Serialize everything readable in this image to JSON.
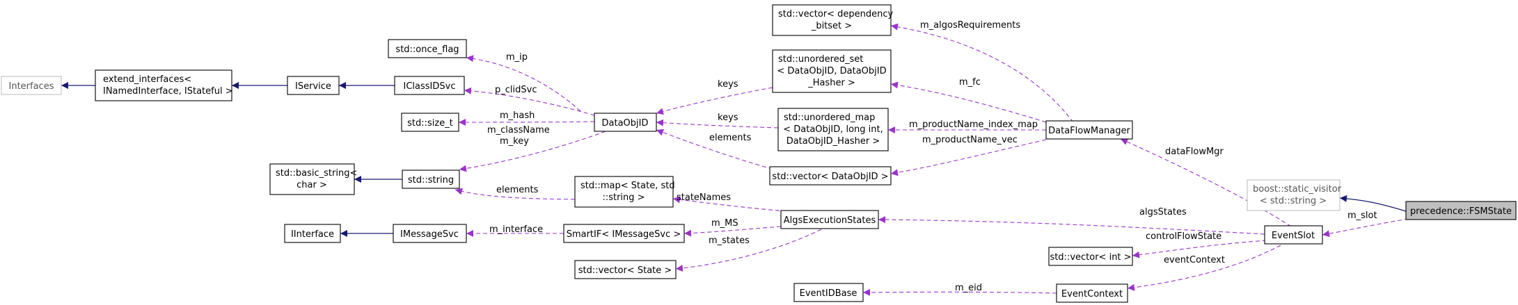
{
  "colors": {
    "inheritance": "#191970",
    "usage": "#9a32cd",
    "highlight_fill": "#bfbfbf",
    "external_border": "#bfbfbf"
  },
  "nodes": {
    "interfaces": "Interfaces",
    "extend_interfaces": [
      "extend_interfaces<",
      "INamedInterface, IStateful >"
    ],
    "iservice": "IService",
    "iclassidsvc": "IClassIDSvc",
    "once_flag": "std::once_flag",
    "size_t": "std::size_t",
    "basic_string": [
      "std::basic_string<",
      "char >"
    ],
    "string": "std::string",
    "dataobjid": "DataObjID",
    "vector_dependency_bitset": [
      "std::vector< dependency",
      "_bitset >"
    ],
    "unordered_set": [
      "std::unordered_set",
      "< DataObjID, DataObjID",
      "_Hasher >"
    ],
    "unordered_map": [
      "std::unordered_map",
      "< DataObjID, long int,",
      "DataObjID_Hasher >"
    ],
    "vector_dataobjid": "std::vector< DataObjID >",
    "map_state_string": [
      "std::map< State, std",
      "::string >"
    ],
    "iinterface": "IInterface",
    "imessagesvc": "IMessageSvc",
    "smartif": "SmartIF< IMessageSvc >",
    "vector_state": "std::vector< State >",
    "algsexecutionstates": "AlgsExecutionStates",
    "dataflowmanager": "DataFlowManager",
    "static_visitor": [
      "boost::static_visitor",
      "< std::string >"
    ],
    "fsmstate": "precedence::FSMState",
    "eventslot": "EventSlot",
    "vector_int": "std::vector< int >",
    "eventidbase": "EventIDBase",
    "eventcontext": "EventContext"
  },
  "edge_labels": {
    "m_ip": "m_ip",
    "p_clidsvc": "p_clidSvc",
    "m_hash": "m_hash",
    "m_classname_key": [
      "m_className",
      "m_key"
    ],
    "elements_map": "elements",
    "keys_set": "keys",
    "keys_map": "keys",
    "elements_vec": "elements",
    "m_algosrequirements": "m_algosRequirements",
    "m_fc": "m_fc",
    "m_productname_index_map": "m_productName_index_map",
    "m_productname_vec": "m_productName_vec",
    "statenames": "stateNames",
    "m_interface": "m_interface",
    "m_ms": "m_MS",
    "m_states": "m_states",
    "dataflowmgr": "dataFlowMgr",
    "algsstates": "algsStates",
    "m_slot": "m_slot",
    "controlflowstate": "controlFlowState",
    "eventcontext": "eventContext",
    "m_eid": "m_eid"
  }
}
